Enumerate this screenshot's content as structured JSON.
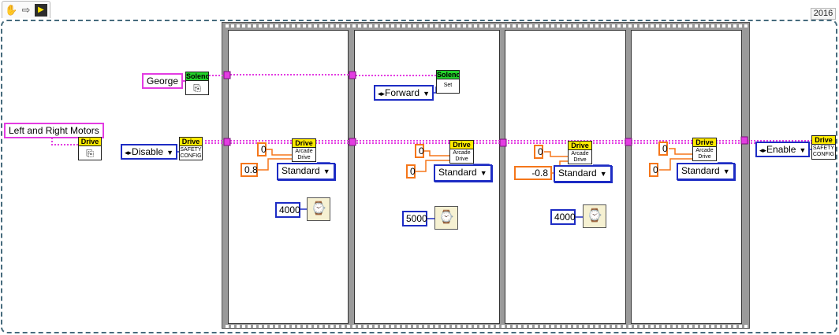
{
  "toolbar": {
    "hand_icon": "hand-icon",
    "run_arrow_icon": "arrow-right-icon",
    "vi_icon": "labview-icon"
  },
  "version": "2016",
  "constants": {
    "solenoid_name": "George",
    "motors_name": "Left and Right Motors",
    "safety_disable": "Disable",
    "safety_enable": "Enable",
    "solenoid_value": "Forward"
  },
  "vi_labels": {
    "drive": "Drive",
    "solenoid": "Solenoid",
    "set": "Set",
    "safety_config_1": "SAFETY",
    "safety_config_2": "CONFIG",
    "arcade_1": "Arcade",
    "arcade_2": "Drive"
  },
  "frames": [
    {
      "move": "0",
      "rotate": "0.8",
      "mode": "Standard",
      "wait_ms": "4000"
    },
    {
      "move": "0",
      "rotate": "0",
      "mode": "Standard",
      "wait_ms": "5000"
    },
    {
      "move": "0",
      "rotate": "-0.8",
      "mode": "Standard",
      "wait_ms": "4000"
    },
    {
      "move": "0",
      "rotate": "0",
      "mode": "Standard"
    }
  ],
  "colors": {
    "refnum_wire": "#e33ce2",
    "numeric_wire": "#f5761a",
    "int_wire": "#1d2cc4",
    "frame_border": "#9a9a9a"
  }
}
